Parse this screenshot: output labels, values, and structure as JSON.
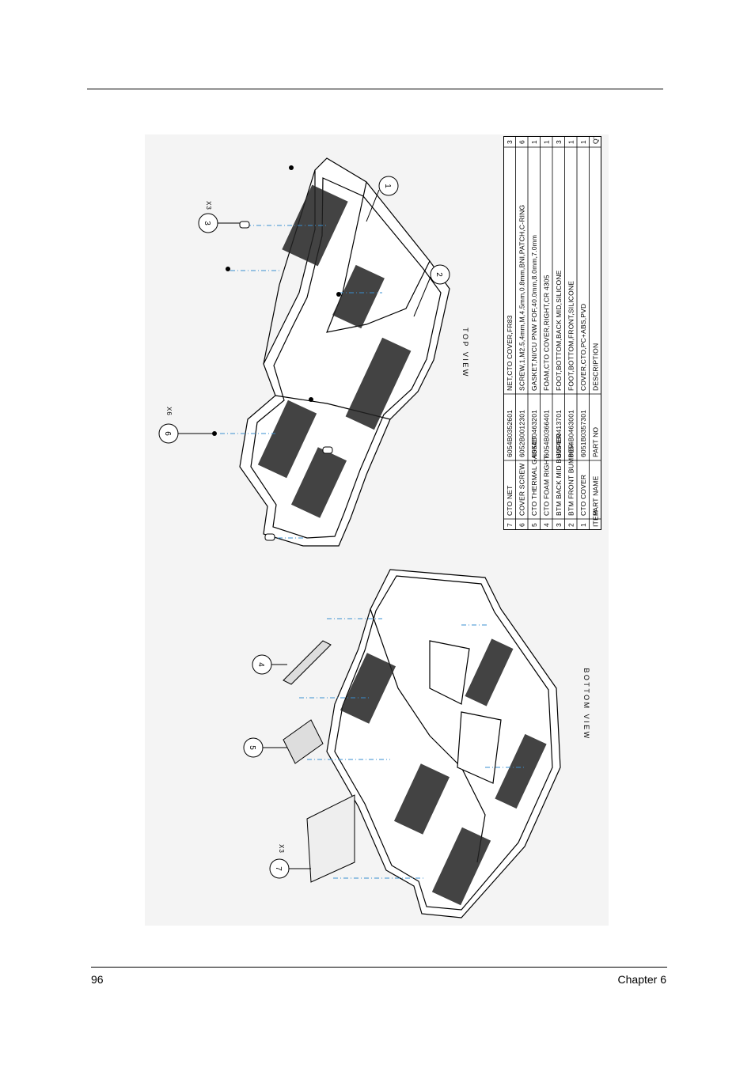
{
  "page": {
    "number": "96",
    "chapter": "Chapter 6"
  },
  "views": {
    "top": "TOP VIEW",
    "bottom": "BOTTOM VIEW"
  },
  "callouts": [
    {
      "num": "1",
      "qty": ""
    },
    {
      "num": "2",
      "qty": ""
    },
    {
      "num": "3",
      "qty": "X3"
    },
    {
      "num": "6",
      "qty": "X6"
    },
    {
      "num": "4",
      "qty": ""
    },
    {
      "num": "5",
      "qty": ""
    },
    {
      "num": "7",
      "qty": "X3"
    }
  ],
  "bom": {
    "headers": {
      "item": "ITEM",
      "part_name": "PART NAME",
      "part_no": "PART NO",
      "description": "DESCRIPTION",
      "qty": "Q'TY"
    },
    "rows": [
      {
        "item": "7",
        "part_name": "CTO NET",
        "part_no": "6054B0352601",
        "description": "NET,CTO COVER,FR83",
        "qty": "3"
      },
      {
        "item": "6",
        "part_name": "COVER SCREW",
        "part_no": "6052B0012301",
        "description": "SCREW,1,M2.5,4mm,M,4.5mm,0.8mm,BNI,PATCH,C-RING",
        "qty": "6"
      },
      {
        "item": "5",
        "part_name": "CTO THERMAL GASKET",
        "part_no": "6054B0463201",
        "description": "GASKET,NI/CU PNW FOF,40.0mm,8.0mm,7.0mm",
        "qty": "1"
      },
      {
        "item": "4",
        "part_name": "CTO FOAM RIGHT",
        "part_no": "6054B0366401",
        "description": "FOAM,CTO COVER,RIGHT,CR 4305",
        "qty": "1"
      },
      {
        "item": "3",
        "part_name": "BTM BACK MID BUMPER",
        "part_no": "6054B0413701",
        "description": "FOOT,BOTTOM,BACK MID,SILICONE",
        "qty": "3"
      },
      {
        "item": "2",
        "part_name": "BTM FRONT BUMPER",
        "part_no": "6054B0463001",
        "description": "FOOT,BOTTOM,FRONT,SILICONE",
        "qty": "1"
      },
      {
        "item": "1",
        "part_name": "CTO COVER",
        "part_no": "6051B0357301",
        "description": "COVER,CTO,PC+ABS,PVD",
        "qty": "1"
      }
    ]
  }
}
